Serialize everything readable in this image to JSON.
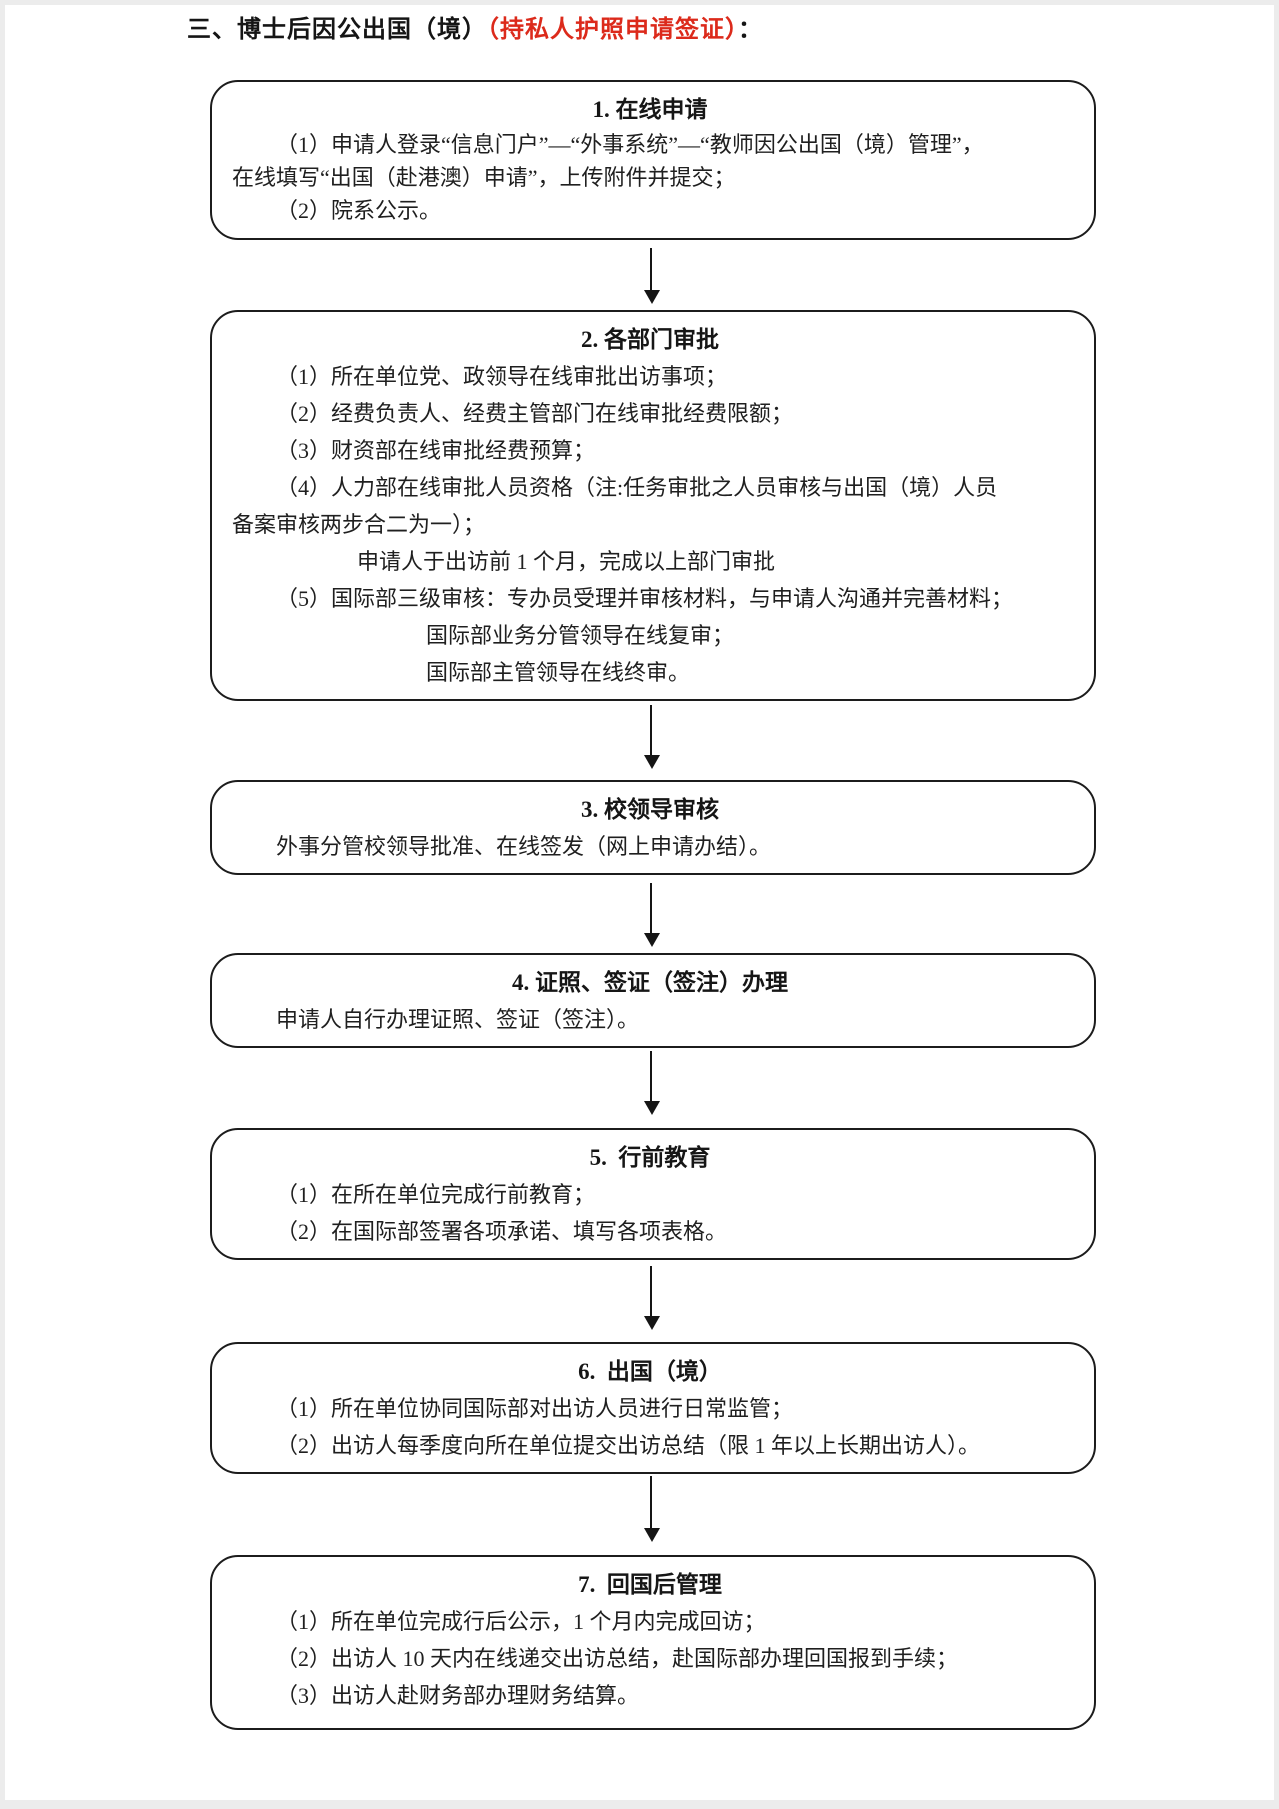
{
  "colors": {
    "accent_red": "#dc2a1b",
    "ink": "#1f1f1f"
  },
  "title": {
    "prefix": "三、博士后因公出国（境）",
    "highlight": "（持私人护照申请签证）",
    "suffix": "："
  },
  "steps": [
    {
      "heading": "1. 在线申请",
      "lines": [
        {
          "kind": "indent",
          "text": "（1）申请人登录“信息门户”—“外事系统”—“教师因公出国（境）管理”，"
        },
        {
          "kind": "flush",
          "text": "在线填写“出国（赴港澳）申请”，上传附件并提交；"
        },
        {
          "kind": "indent",
          "text": "（2）院系公示。"
        }
      ]
    },
    {
      "heading": "2. 各部门审批",
      "lines": [
        {
          "kind": "indent",
          "text": "（1）所在单位党、政领导在线审批出访事项；"
        },
        {
          "kind": "indent",
          "text": "（2）经费负责人、经费主管部门在线审批经费限额；"
        },
        {
          "kind": "indent",
          "text": "（3）财资部在线审批经费预算；"
        },
        {
          "kind": "indent",
          "text": "（4）人力部在线审批人员资格（注:任务审批之人员审核与出国（境）人员"
        },
        {
          "kind": "flush",
          "text": "备案审核两步合二为一）；"
        },
        {
          "kind": "mid",
          "text": "申请人于出访前 1 个月，完成以上部门审批"
        },
        {
          "kind": "indent",
          "text": "（5）国际部三级审核：专办员受理并审核材料，与申请人沟通并完善材料；"
        },
        {
          "kind": "sub",
          "text": "国际部业务分管领导在线复审；"
        },
        {
          "kind": "sub",
          "text": "国际部主管领导在线终审。"
        }
      ]
    },
    {
      "heading": "3. 校领导审核",
      "lines": [
        {
          "kind": "indent",
          "text": "外事分管校领导批准、在线签发（网上申请办结）。"
        }
      ]
    },
    {
      "heading": "4. 证照、签证（签注）办理",
      "lines": [
        {
          "kind": "indent",
          "text": "申请人自行办理证照、签证（签注）。"
        }
      ]
    },
    {
      "heading": "5.  行前教育",
      "lines": [
        {
          "kind": "indent",
          "text": "（1）在所在单位完成行前教育；"
        },
        {
          "kind": "indent",
          "text": "（2）在国际部签署各项承诺、填写各项表格。"
        }
      ]
    },
    {
      "heading": "6.  出国（境）",
      "lines": [
        {
          "kind": "indent",
          "text": "（1）所在单位协同国际部对出访人员进行日常监管；"
        },
        {
          "kind": "indent",
          "text": "（2）出访人每季度向所在单位提交出访总结（限 1 年以上长期出访人）。"
        }
      ]
    },
    {
      "heading": "7.  回国后管理",
      "lines": [
        {
          "kind": "indent",
          "text": "（1）所在单位完成行后公示，1 个月内完成回访；"
        },
        {
          "kind": "indent",
          "text": "（2）出访人 10 天内在线递交出访总结，赴国际部办理回国报到手续；"
        },
        {
          "kind": "indent",
          "text": "（3）出访人赴财务部办理财务结算。"
        }
      ]
    }
  ]
}
